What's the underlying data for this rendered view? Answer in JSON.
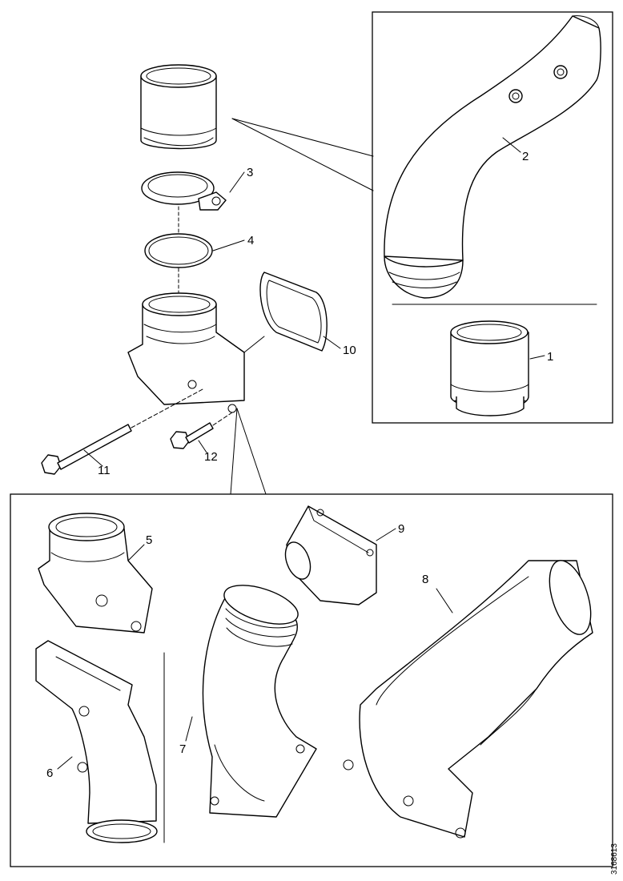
{
  "callouts": {
    "p1": "1",
    "p2": "2",
    "p3": "3",
    "p4": "4",
    "p5": "5",
    "p6": "6",
    "p7": "7",
    "p8": "8",
    "p9": "9",
    "p10": "10",
    "p11": "11",
    "p12": "12"
  },
  "drawing_code": "3168613",
  "colors": {
    "line": "#000000",
    "background": "#ffffff"
  }
}
